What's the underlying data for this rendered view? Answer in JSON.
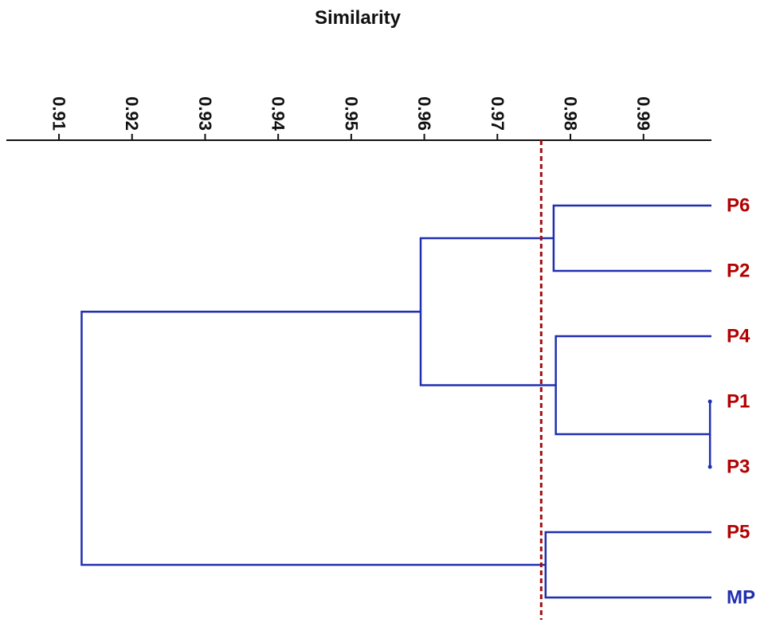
{
  "chart_data": {
    "type": "dendrogram",
    "title": "Similarity",
    "axis": {
      "position": "top",
      "range": [
        0.9028,
        0.9993
      ],
      "ticks": [
        0.91,
        0.92,
        0.93,
        0.94,
        0.95,
        0.96,
        0.97,
        0.98,
        0.99
      ],
      "tick_labels": [
        "0.91",
        "0.92",
        "0.93",
        "0.94",
        "0.95",
        "0.96",
        "0.97",
        "0.98",
        "0.99"
      ]
    },
    "leaves": [
      {
        "label": "P6",
        "color": "#b30000"
      },
      {
        "label": "P2",
        "color": "#b30000"
      },
      {
        "label": "P4",
        "color": "#b30000"
      },
      {
        "label": "P1",
        "color": "#b30000"
      },
      {
        "label": "P3",
        "color": "#b30000"
      },
      {
        "label": "P5",
        "color": "#b30000"
      },
      {
        "label": "MP",
        "color": "#1f2fb0"
      }
    ],
    "merges": [
      {
        "id": "P1-P3",
        "left": "P1",
        "right": "P3",
        "similarity": 0.9991
      },
      {
        "id": "P6-P2",
        "left": "P6",
        "right": "P2",
        "similarity": 0.9777
      },
      {
        "id": "P4-P1P3",
        "left": "P4",
        "right": "P1-P3",
        "similarity": 0.978
      },
      {
        "id": "P5-MP",
        "left": "P5",
        "right": "MP",
        "similarity": 0.9766
      },
      {
        "id": "P6P2-P4P1P3",
        "left": "P6-P2",
        "right": "P4-P1P3",
        "similarity": 0.9595
      },
      {
        "id": "root",
        "left": "P6P2-P4P1P3",
        "right": "P5-MP",
        "similarity": 0.9131
      }
    ],
    "cutoff": {
      "similarity": 0.976,
      "color": "#a01010",
      "style": "dashed"
    },
    "colors": {
      "branches": "#1f2fb0",
      "axis": "#111111"
    }
  }
}
